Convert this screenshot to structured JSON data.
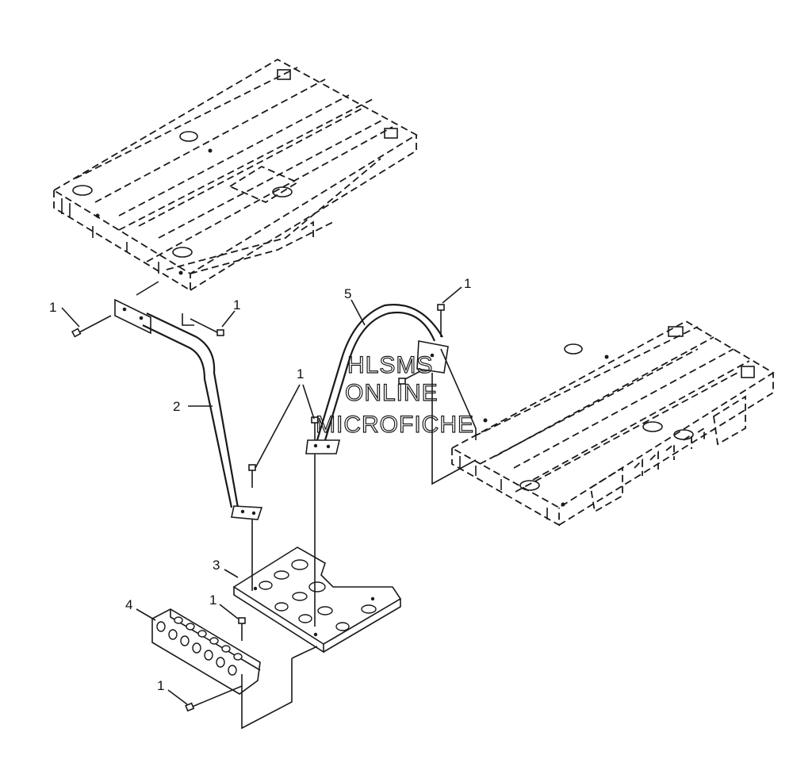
{
  "callouts": {
    "c1_left": "1",
    "c1_mid_left": "1",
    "c1_top_right": "1",
    "c1_center": "1",
    "c1_lower": "1",
    "c1_bottom": "1",
    "c2": "2",
    "c3": "3",
    "c4": "4",
    "c5": "5"
  },
  "watermark": {
    "line1": "HLSMS",
    "line2": "ONLINE",
    "line3": "MICROFICHE"
  }
}
